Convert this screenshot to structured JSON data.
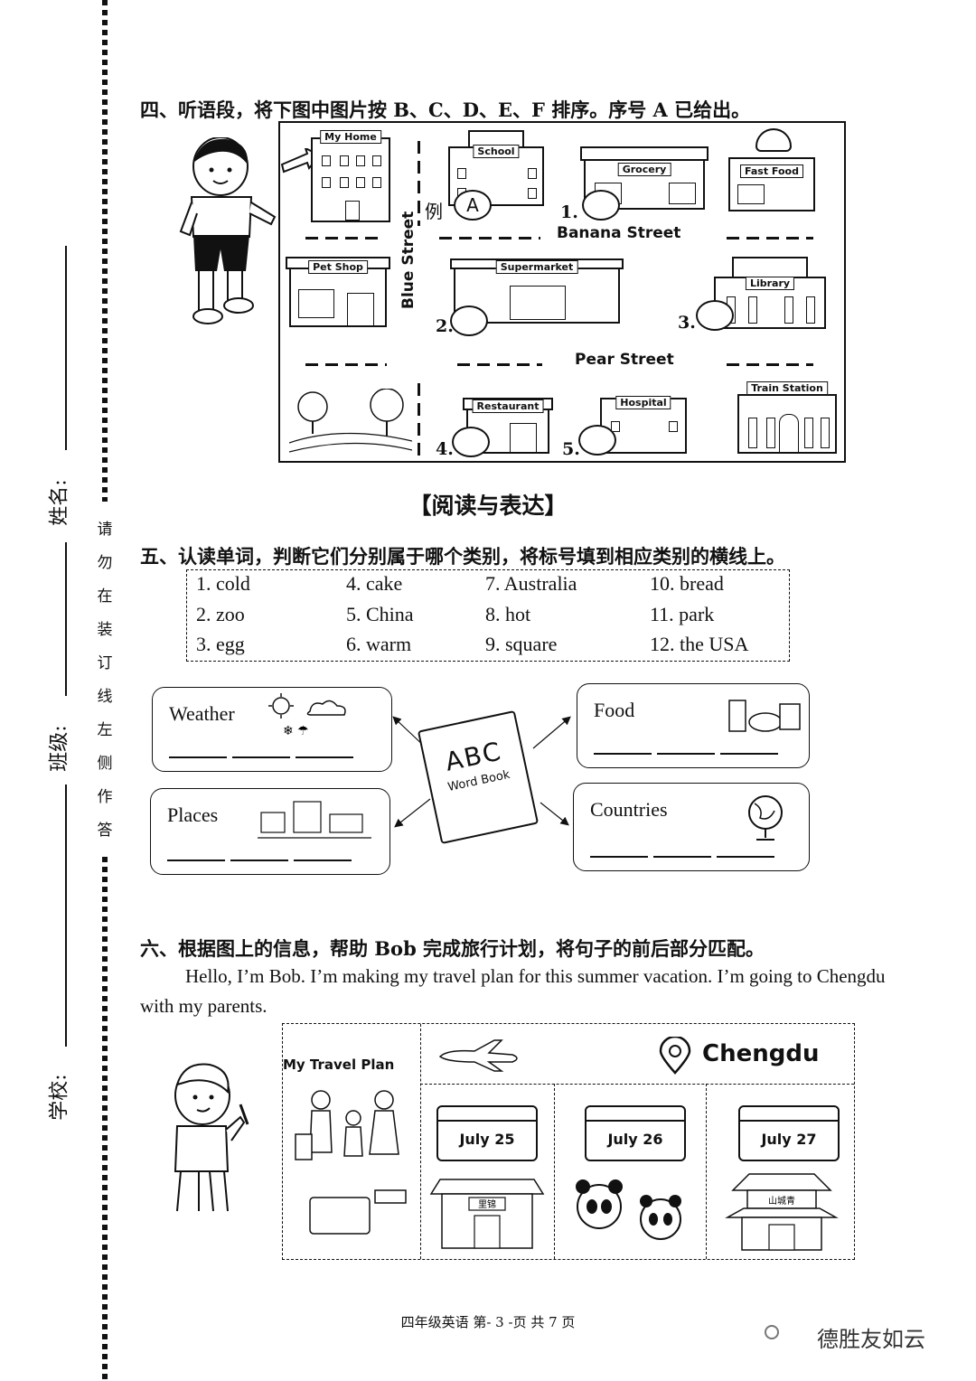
{
  "side": {
    "notice": [
      "请",
      "勿",
      "在",
      "装",
      "订",
      "线",
      "左",
      "侧",
      "作",
      "答"
    ],
    "name_label": "姓名:",
    "class_label": "班级:",
    "school_label": "学校:"
  },
  "q4": {
    "heading": "四、听语段，将下图中图片按 B、C、D、E、F 排序。序号 A 已给出。",
    "places": {
      "my_home": "My Home",
      "school": "School",
      "grocery": "Grocery",
      "fast_food": "Fast Food",
      "pet_shop": "Pet Shop",
      "supermarket": "Supermarket",
      "library": "Library",
      "restaurant": "Restaurant",
      "hospital": "Hospital",
      "train_station": "Train Station"
    },
    "streets": {
      "banana": "Banana Street",
      "blue": "Blue Street",
      "pear": "Pear Street"
    },
    "example_label": "例",
    "example_answer": "A",
    "numbers": [
      "1.",
      "2.",
      "3.",
      "4.",
      "5."
    ]
  },
  "section_title": "【阅读与表达】",
  "q5": {
    "heading": "五、认读单词，判断它们分别属于哪个类别，将标号填到相应类别的横线上。",
    "words": [
      [
        "1. cold",
        "4. cake",
        "7. Australia",
        "10. bread"
      ],
      [
        "2. zoo",
        "5. China",
        "8. hot",
        "11. park"
      ],
      [
        "3. egg",
        "6. warm",
        "9. square",
        "12. the USA"
      ]
    ],
    "categories": {
      "weather": "Weather",
      "food": "Food",
      "places": "Places",
      "countries": "Countries"
    },
    "book": {
      "abc": "ABC",
      "title": "Word Book"
    }
  },
  "q6": {
    "heading": "六、根据图上的信息，帮助 Bob 完成旅行计划，将句子的前后部分匹配。",
    "paragraph": "Hello, I’m Bob. I’m making my travel plan for this summer vacation. I’m going to Chengdu with my parents.",
    "plan_title": "My Travel  Plan",
    "city": "Chengdu",
    "dates": [
      "July 25",
      "July 26",
      "July 27"
    ],
    "sign_1": "里锦",
    "sign_3": "山城青"
  },
  "footer": "四年级英语    第- 3 -页    共 7 页",
  "brand": "德胜友如云"
}
